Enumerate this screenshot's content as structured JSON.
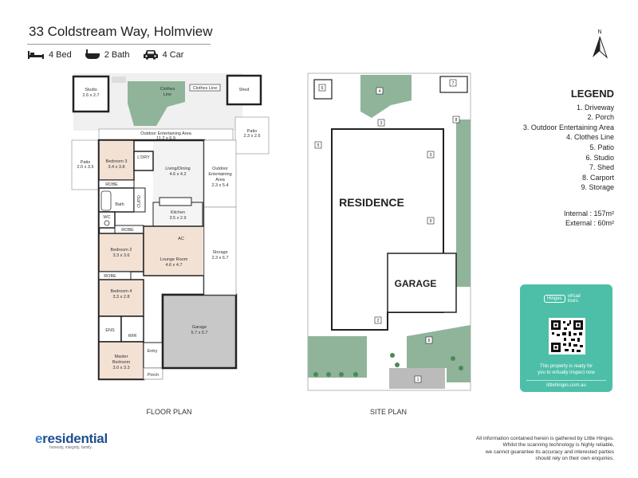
{
  "header": {
    "address": "33 Coldstream Way, Holmview",
    "features": [
      {
        "icon": "bed-icon",
        "label": "4 Bed"
      },
      {
        "icon": "bath-icon",
        "label": "2 Bath"
      },
      {
        "icon": "car-icon",
        "label": "4 Car"
      }
    ]
  },
  "floor_plan": {
    "label": "FLOOR PLAN",
    "rooms": {
      "studio": [
        "Studio",
        "2.6 x 2.7"
      ],
      "clothes_line": [
        "Clothes",
        "Line"
      ],
      "clothes_line2": "Clothes Line",
      "shed": "Shed",
      "outdoor_ent1": [
        "Outdoor Entertaining Area",
        "11.2 x 6.9"
      ],
      "patio_right": [
        "Patio",
        "2.3 x 2.6"
      ],
      "patio_left": [
        "Patio",
        "2.0 x 3.5"
      ],
      "bedroom3": [
        "Bedroom 3",
        "3.4 x 3.8"
      ],
      "ldry": "L'DRY",
      "living": [
        "Living/Dining",
        "4.6 x 4.2"
      ],
      "outdoor_ent2": [
        "Outdoor",
        "Entertaining",
        "Area",
        "2.3 x 5.4"
      ],
      "robe1": "ROBE",
      "bath": "Bath",
      "cupd": "CUPD",
      "kitchen": [
        "Kitchen",
        "3.5 x 2.9"
      ],
      "wc": "WC",
      "robe2": "ROBE",
      "ac": "AC",
      "storage": [
        "Storage",
        "2.3 x 6.7"
      ],
      "bedroom2": [
        "Bedroom 2",
        "3.3 x 3.6"
      ],
      "lounge": [
        "Lounge Room",
        "4.6 x 4.7"
      ],
      "robe3": "ROBE",
      "bedroom4": [
        "Bedroom 4",
        "3.3 x 2.8"
      ],
      "ens": "ENS",
      "wir": "WIR",
      "garage": [
        "Garage",
        "5.7 x 5.7"
      ],
      "entry": "Entry",
      "master": [
        "Master",
        "Bedroom",
        "3.0 x 3.3"
      ],
      "porch": "Porch"
    }
  },
  "site_plan": {
    "label": "SITE PLAN",
    "residence": "RESIDENCE",
    "garage": "GARAGE",
    "markers": [
      "1",
      "2",
      "3",
      "3",
      "4",
      "5",
      "6",
      "7",
      "8",
      "8",
      "9"
    ]
  },
  "legend": {
    "title": "LEGEND",
    "items": [
      "1. Driveway",
      "2. Porch",
      "3. Outdoor Entertaining Area",
      "4. Clothes Line",
      "5. Patio",
      "6. Studio",
      "7. Shed",
      "8. Carport",
      "9. Storage"
    ],
    "internal_label": "Internal",
    "internal_value": ": 157m²",
    "external_label": "External",
    "external_value": ":  60m²"
  },
  "tour_card": {
    "brand": "Hinges",
    "virtual": "virtual",
    "tours": "tours",
    "line1": "This property is ready for",
    "line2": "you to virtually inspect now",
    "url": "littlehinges.com.au"
  },
  "footer": {
    "brand_e": "e",
    "brand_rest": "residential",
    "tagline": "honesty, integrity, family.",
    "disclaimer": [
      "All information contained herein is gathered by Little Hinges.",
      "Whilst the scanning technology is highly reliable,",
      "we cannot guarantee its accuracy and interested parties",
      "should rely on their own enquiries."
    ]
  },
  "compass": "N",
  "colors": {
    "card": "#4dbfa8",
    "lawn": "#8fb49a",
    "brand": "#1e4f8d",
    "bedroom": "#f3e1d4",
    "garage": "#c8c8c8"
  }
}
